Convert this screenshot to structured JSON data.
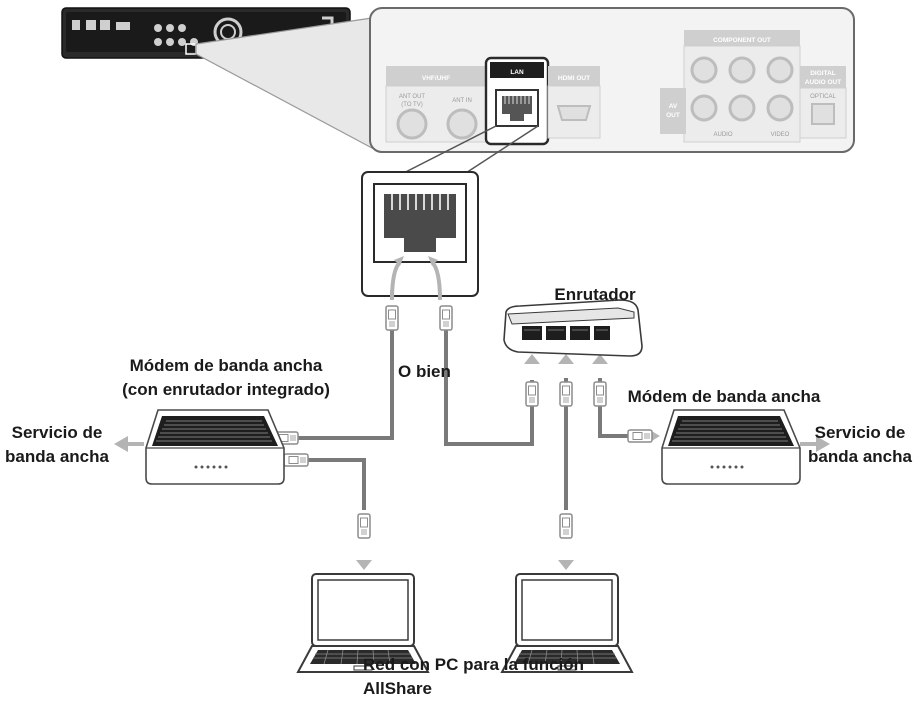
{
  "labels": {
    "router": "Enrutador",
    "modem_left_line1": "Módem de banda ancha",
    "modem_left_line2": "(con enrutador integrado)",
    "or": "O bien",
    "modem_right": "Módem de banda ancha",
    "service_left_line1": "Servicio de",
    "service_left_line2": "banda ancha",
    "service_right_line1": "Servicio de",
    "service_right_line2": "banda ancha",
    "pc_line1": "Red con PC para la función",
    "pc_line2": "AllShare"
  },
  "panel": {
    "vhf_uhf": "VHF/UHF",
    "ant_out": "ANT OUT",
    "to_tv": "(TO TV)",
    "ant_in": "ANT IN",
    "lan": "LAN",
    "hdmi_out": "HDMI OUT",
    "component_out": "COMPONENT OUT",
    "av_line1": "AV",
    "av_line2": "OUT",
    "digital_line1": "DIGITAL",
    "digital_line2": "AUDIO OUT",
    "optical": "OPTICAL",
    "audio": "AUDIO",
    "video": "VIDEO"
  }
}
